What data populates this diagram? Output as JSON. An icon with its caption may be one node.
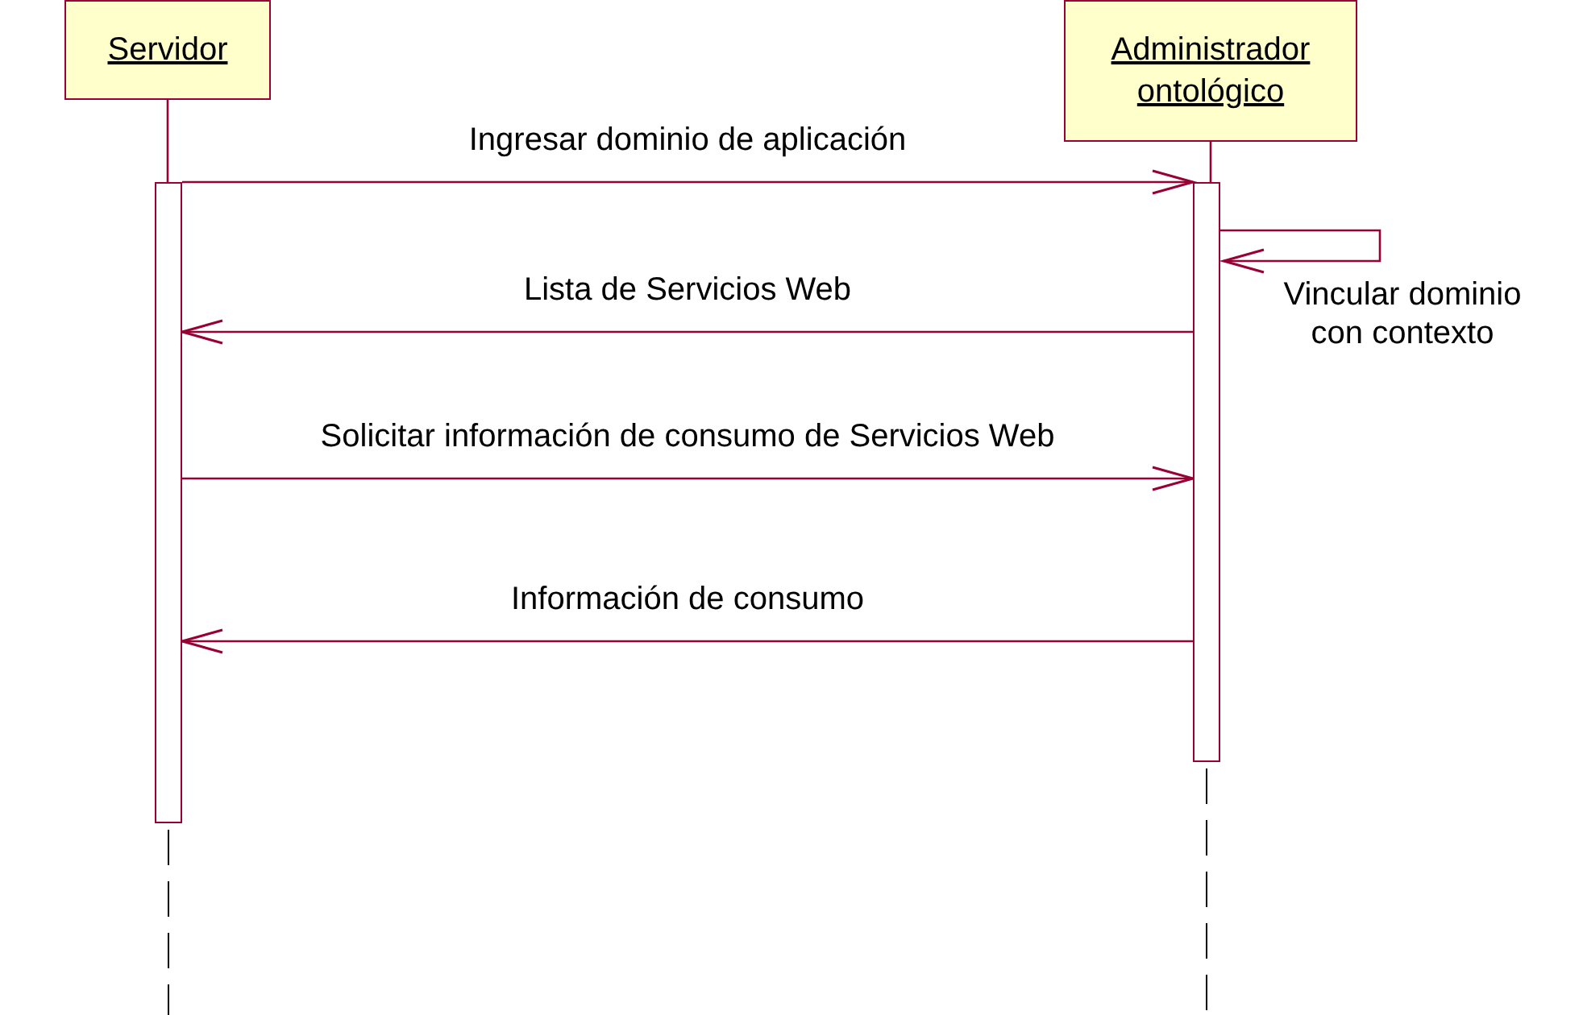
{
  "diagram": {
    "nodes": [
      {
        "text": [
          "Servidor"
        ]
      },
      {
        "text": [
          "Administrador ontológico"
        ]
      },
      {
        "text": [],
        "shape": "bar"
      },
      {
        "text": [],
        "shape": "bar"
      }
    ],
    "edges": [
      {
        "from": 0,
        "to": 2,
        "arrow": "none"
      },
      {
        "from": 1,
        "to": 3,
        "arrow": "none"
      },
      {
        "from": 2,
        "to": 3,
        "arrow": "to",
        "label": "Ingresar dominio de aplicación"
      },
      {
        "from": 3,
        "to": 3,
        "arrow": "to",
        "label": "Vincular dominio con contexto"
      },
      {
        "from": 3,
        "to": 2,
        "arrow": "to",
        "label": "Lista de Servicios Web"
      },
      {
        "from": 2,
        "to": 3,
        "arrow": "to",
        "label": "Solicitar información de consumo de Servicios Web"
      },
      {
        "from": 3,
        "to": 2,
        "arrow": "to",
        "label": "Información de consumo"
      }
    ]
  }
}
